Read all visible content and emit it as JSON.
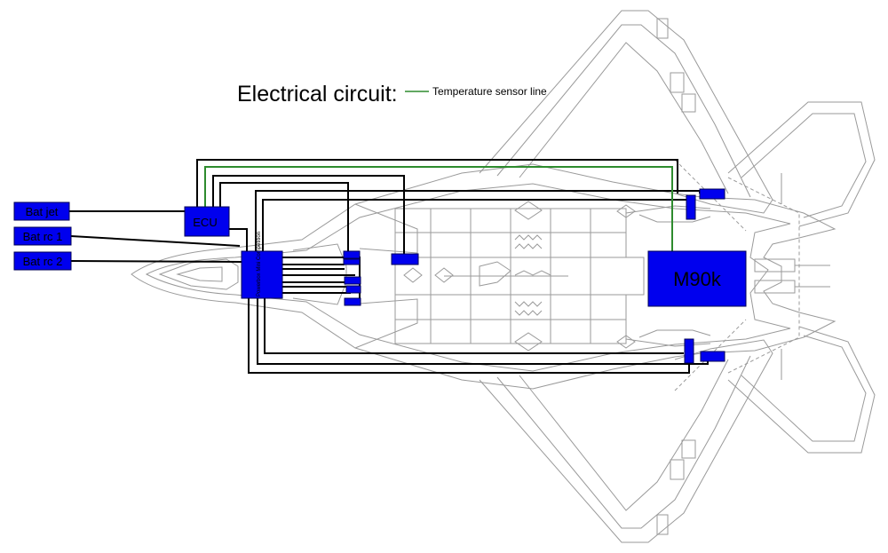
{
  "title": "Electrical circuit:",
  "legend": {
    "label": "Temperature sensor line",
    "color": "#2e8b2e"
  },
  "components": {
    "bat_jet": "Bat jet",
    "bat_rc1": "Bat rc 1",
    "bat_rc2": "Bat rc 2",
    "ecu": "ECU",
    "motor": "M90k",
    "controller": "Powerbox Mini Competition"
  },
  "colors": {
    "component_fill": "#0000ee",
    "wire": "#000000",
    "airframe": "#9a9a9a"
  }
}
